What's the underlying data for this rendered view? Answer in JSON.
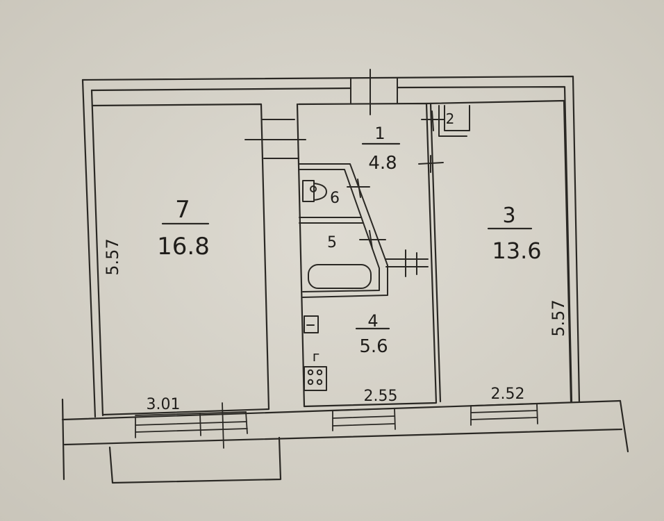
{
  "rooms": {
    "room_7": {
      "number": "7",
      "area": "16.8"
    },
    "room_1": {
      "number": "1",
      "area": "4.8"
    },
    "room_2": {
      "number": "2"
    },
    "room_3": {
      "number": "3",
      "area": "13.6"
    },
    "room_4": {
      "number": "4",
      "area": "5.6"
    },
    "room_5": {
      "number": "5"
    },
    "room_6": {
      "number": "6"
    }
  },
  "dimensions": {
    "left_height": "5.57",
    "right_height": "5.57",
    "width_room_7": "3.01",
    "width_room_4": "2.55",
    "width_room_3": "2.52"
  },
  "fixtures": {
    "stove_letter": "г"
  },
  "colors": {
    "paper": "#d9d6cc",
    "ink": "#2a2824"
  }
}
